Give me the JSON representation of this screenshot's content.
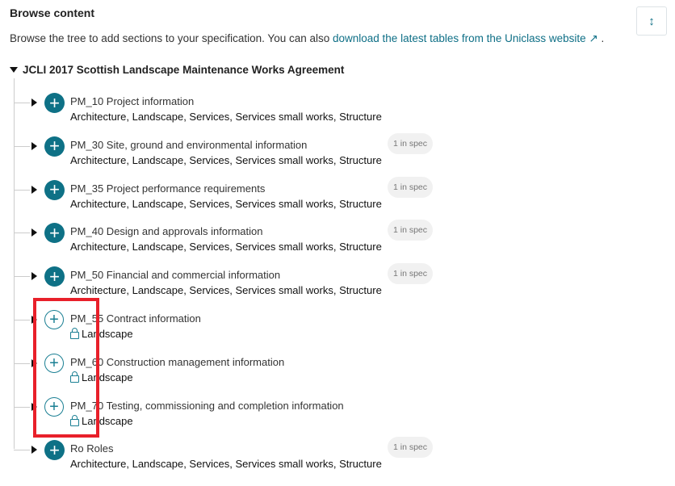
{
  "header": {
    "title": "Browse content",
    "sort_icon": "↕"
  },
  "intro": {
    "text": "Browse the tree to add sections to your specification. You can also ",
    "link": "download the latest tables from the Uniclass website",
    "after": " ."
  },
  "tree": {
    "root": "JCLI 2017 Scottish Landscape Maintenance Works Agreement",
    "items": [
      {
        "title": "PM_10 Project information",
        "sub": "Architecture, Landscape, Services, Services small works, Structure",
        "badge": "",
        "locked": false
      },
      {
        "title": "PM_30 Site, ground and environmental information",
        "sub": "Architecture, Landscape, Services, Services small works, Structure",
        "badge": "1 in spec",
        "locked": false
      },
      {
        "title": "PM_35 Project performance requirements",
        "sub": "Architecture, Landscape, Services, Services small works, Structure",
        "badge": "1 in spec",
        "locked": false
      },
      {
        "title": "PM_40 Design and approvals information",
        "sub": "Architecture, Landscape, Services, Services small works, Structure",
        "badge": "1 in spec",
        "locked": false
      },
      {
        "title": "PM_50 Financial and commercial information",
        "sub": "Architecture, Landscape, Services, Services small works, Structure",
        "badge": "1 in spec",
        "locked": false
      },
      {
        "title": "PM_55 Contract information",
        "sub": "Landscape",
        "badge": "",
        "locked": true
      },
      {
        "title": "PM_60 Construction management information",
        "sub": "Landscape",
        "badge": "",
        "locked": true
      },
      {
        "title": "PM_70 Testing, commissioning and completion information",
        "sub": "Landscape",
        "badge": "",
        "locked": true
      },
      {
        "title": "Ro Roles",
        "sub": "Architecture, Landscape, Services, Services small works, Structure",
        "badge": "1 in spec",
        "locked": false
      }
    ]
  },
  "colors": {
    "accent": "#0e7186",
    "highlight": "#e8202a"
  }
}
